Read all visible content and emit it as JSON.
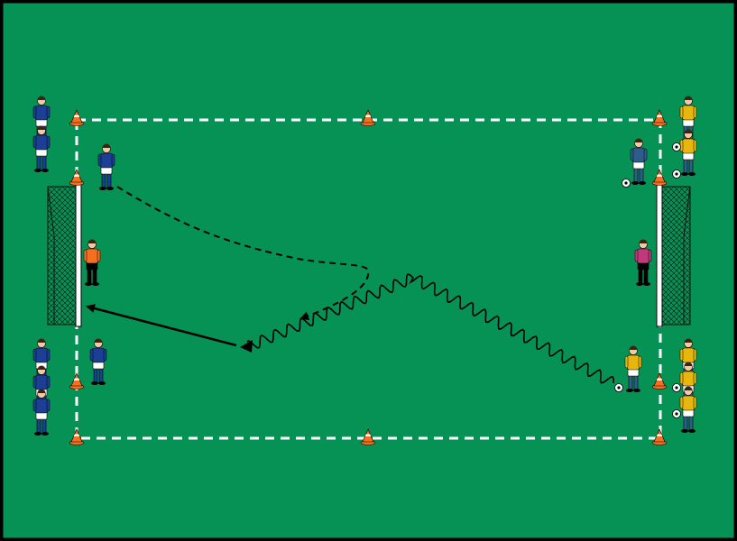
{
  "pitch": {
    "grass_color": "#069254",
    "border_color": "#000000",
    "line_color": "#ffffff"
  },
  "cone": {
    "body_color": "#f36f21",
    "stripe_color": "#ffffff"
  },
  "team_blue": {
    "shirt": "#1b3f95",
    "shorts": "#ffffff",
    "socks": "#1b3f95"
  },
  "team_yellow": {
    "shirt": "#e8b70f",
    "shirt_alt": "#2f5d8b",
    "shorts": "#ffffff",
    "socks": "#2f5d8b"
  },
  "goalkeeper_left": {
    "shirt": "#f36f21",
    "shorts": "#000000"
  },
  "goalkeeper_right": {
    "shirt": "#c0397a",
    "shorts": "#000000"
  },
  "ball": {
    "color": "#ffffff",
    "patch_color": "#000000"
  },
  "movement": {
    "run_path_style": "dashed",
    "dribble_path_style": "wavy",
    "pass_style": "solid-arrow",
    "color": "#000000"
  }
}
